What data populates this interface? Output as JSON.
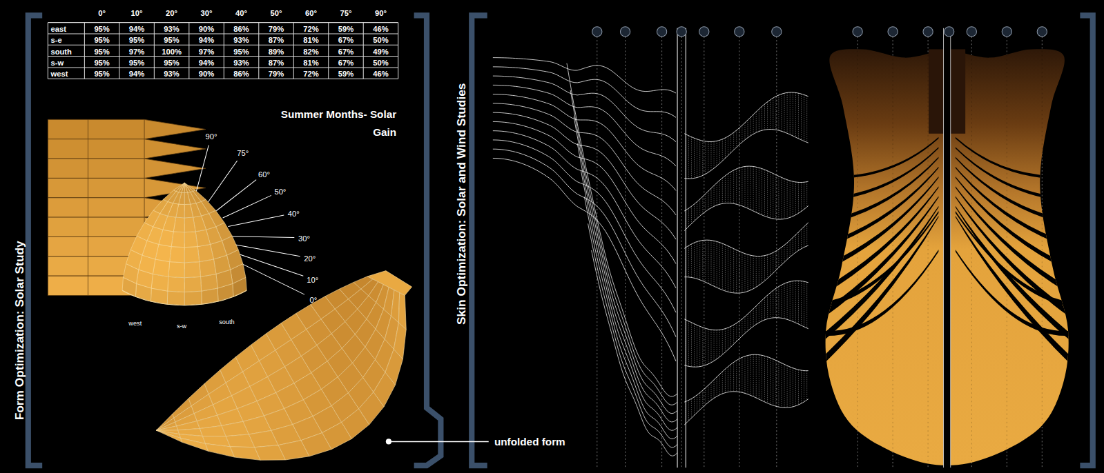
{
  "diagram": {
    "labels": [
      "0°",
      "10°",
      "20°",
      "30°",
      "40°",
      "50°",
      "60°",
      "75°",
      "90°",
      "east",
      "95%",
      "94%",
      "93%",
      "90%",
      "86%",
      "79%",
      "72%",
      "59%",
      "46%",
      "s-e",
      "95%",
      "95%",
      "95%",
      "94%",
      "93%",
      "87%",
      "81%",
      "67%",
      "50%",
      "south",
      "95%",
      "97%",
      "100%",
      "97%",
      "95%",
      "89%",
      "82%",
      "67%",
      "49%",
      "s-w",
      "95%",
      "95%",
      "95%",
      "94%",
      "93%",
      "87%",
      "81%",
      "67%",
      "50%",
      "west",
      "95%",
      "94%",
      "93%",
      "90%",
      "86%",
      "79%",
      "72%",
      "59%",
      "46%",
      "Summer Months- Solar Gain",
      "90°",
      "75°",
      "60°",
      "50°",
      "40°",
      "30°",
      "20°",
      "10°",
      "0°",
      "west",
      "s-w",
      "south",
      "unfolded form",
      "Form Optimization: Solar Study",
      "Skin Optimization: Solar and Wind Studies"
    ]
  }
}
